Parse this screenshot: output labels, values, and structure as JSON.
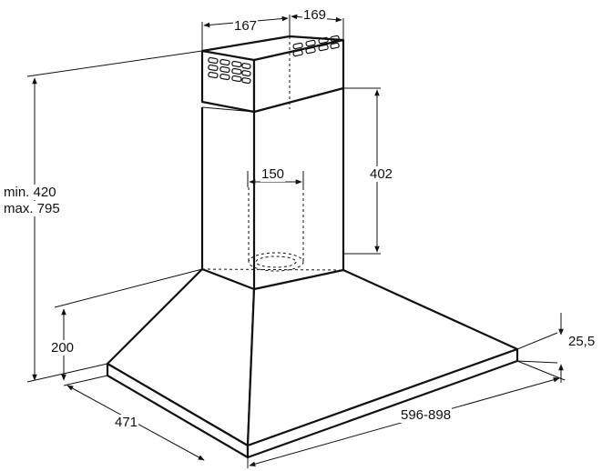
{
  "dimensions": {
    "chimney_width": "167",
    "chimney_depth": "169",
    "duct_diameter": "150",
    "chimney_section": "402",
    "height_min": "min. 420",
    "height_max": "max. 795",
    "hood_height": "200",
    "rim_thickness": "25,5",
    "hood_depth": "471",
    "hood_width": "596-898"
  },
  "colors": {
    "line": "#111111",
    "background": "#ffffff"
  },
  "icons": {
    "vent_slots": "vent-slots-icon",
    "dimension_arrow": "dimension-arrow-icon"
  }
}
